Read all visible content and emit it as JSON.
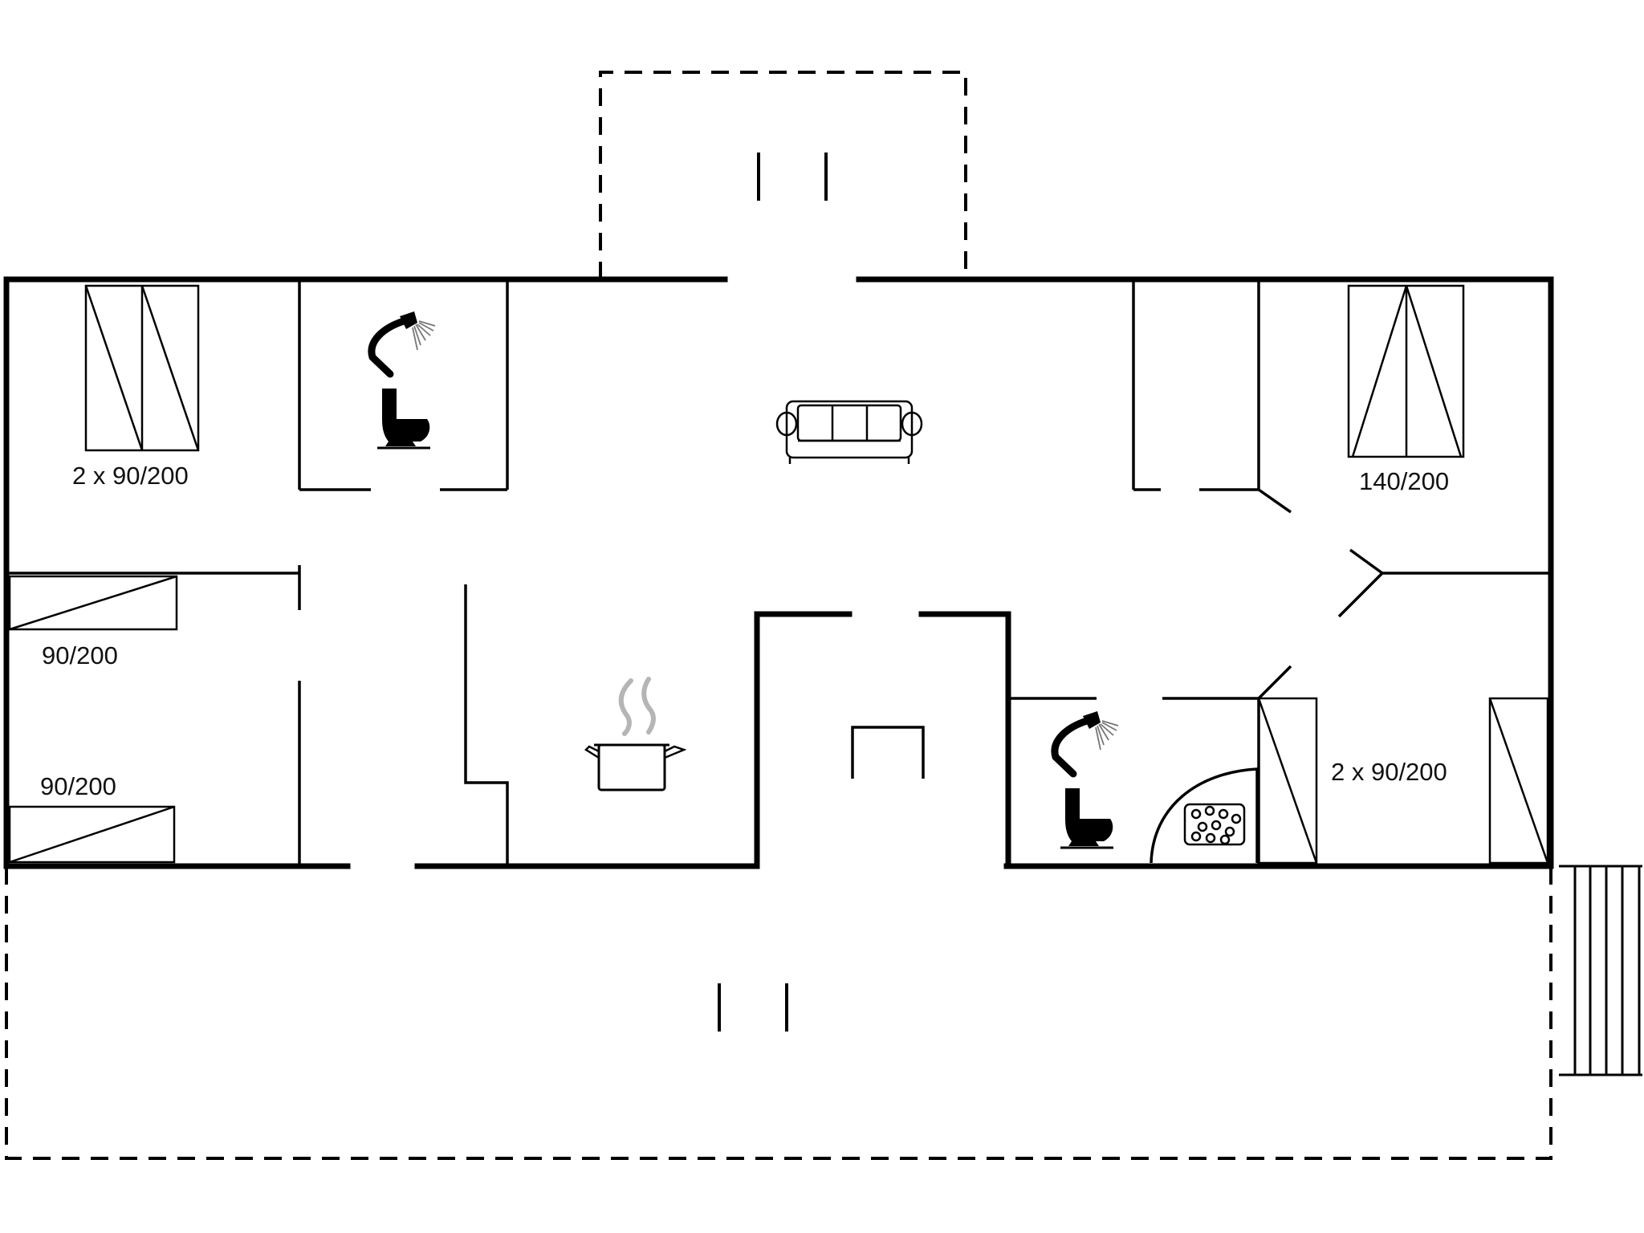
{
  "beds": {
    "top_left": "2 x 90/200",
    "left_upper": "90/200",
    "left_lower": "90/200",
    "top_right": "140/200",
    "bottom_right": "2 x 90/200"
  },
  "icons": [
    "shower-icon",
    "toilet-icon",
    "sofa-icon",
    "cooking-pot-icon",
    "jacuzzi-icon"
  ]
}
